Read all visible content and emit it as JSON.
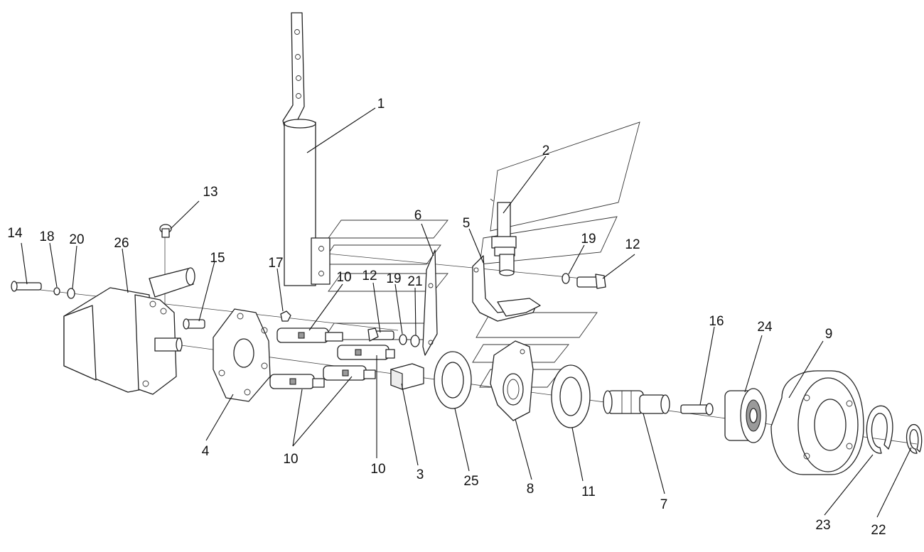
{
  "diagram": {
    "callouts": [
      {
        "id": "1",
        "text": "1"
      },
      {
        "id": "2",
        "text": "2"
      },
      {
        "id": "3",
        "text": "3"
      },
      {
        "id": "4",
        "text": "4"
      },
      {
        "id": "5",
        "text": "5"
      },
      {
        "id": "6",
        "text": "6"
      },
      {
        "id": "7",
        "text": "7"
      },
      {
        "id": "8",
        "text": "8"
      },
      {
        "id": "9",
        "text": "9"
      },
      {
        "id": "10a",
        "text": "10"
      },
      {
        "id": "10b",
        "text": "10"
      },
      {
        "id": "10c",
        "text": "10"
      },
      {
        "id": "11",
        "text": "11"
      },
      {
        "id": "12a",
        "text": "12"
      },
      {
        "id": "12b",
        "text": "12"
      },
      {
        "id": "13",
        "text": "13"
      },
      {
        "id": "14",
        "text": "14"
      },
      {
        "id": "15",
        "text": "15"
      },
      {
        "id": "16",
        "text": "16"
      },
      {
        "id": "17",
        "text": "17"
      },
      {
        "id": "18",
        "text": "18"
      },
      {
        "id": "19a",
        "text": "19"
      },
      {
        "id": "19b",
        "text": "19"
      },
      {
        "id": "20",
        "text": "20"
      },
      {
        "id": "21",
        "text": "21"
      },
      {
        "id": "22",
        "text": "22"
      },
      {
        "id": "23",
        "text": "23"
      },
      {
        "id": "24",
        "text": "24"
      },
      {
        "id": "25",
        "text": "25"
      },
      {
        "id": "26",
        "text": "26"
      }
    ]
  }
}
